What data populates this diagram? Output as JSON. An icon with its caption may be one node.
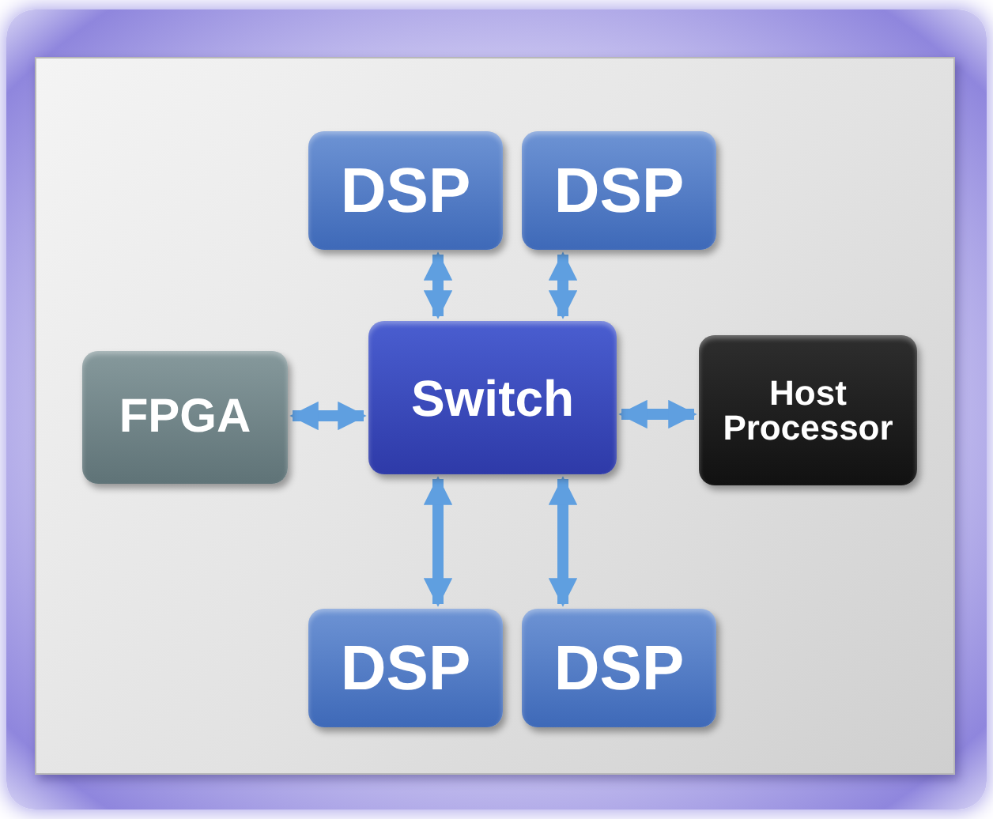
{
  "diagram": {
    "nodes": [
      {
        "text": [
          "DSP"
        ]
      },
      {
        "text": [
          "DSP"
        ]
      },
      {
        "text": [
          "FPGA"
        ]
      },
      {
        "text": [
          "Switch"
        ]
      },
      {
        "text": [
          "Host Processor"
        ]
      },
      {
        "text": [
          "DSP"
        ]
      },
      {
        "text": [
          "DSP"
        ]
      }
    ],
    "edges": [
      {
        "from": 3,
        "to": 0,
        "arrow": "both"
      },
      {
        "from": 3,
        "to": 1,
        "arrow": "both"
      },
      {
        "from": 2,
        "to": 3,
        "arrow": "both"
      },
      {
        "from": 3,
        "to": 4,
        "arrow": "both"
      },
      {
        "from": 3,
        "to": 5,
        "arrow": "both"
      },
      {
        "from": 3,
        "to": 6,
        "arrow": "both"
      }
    ]
  }
}
